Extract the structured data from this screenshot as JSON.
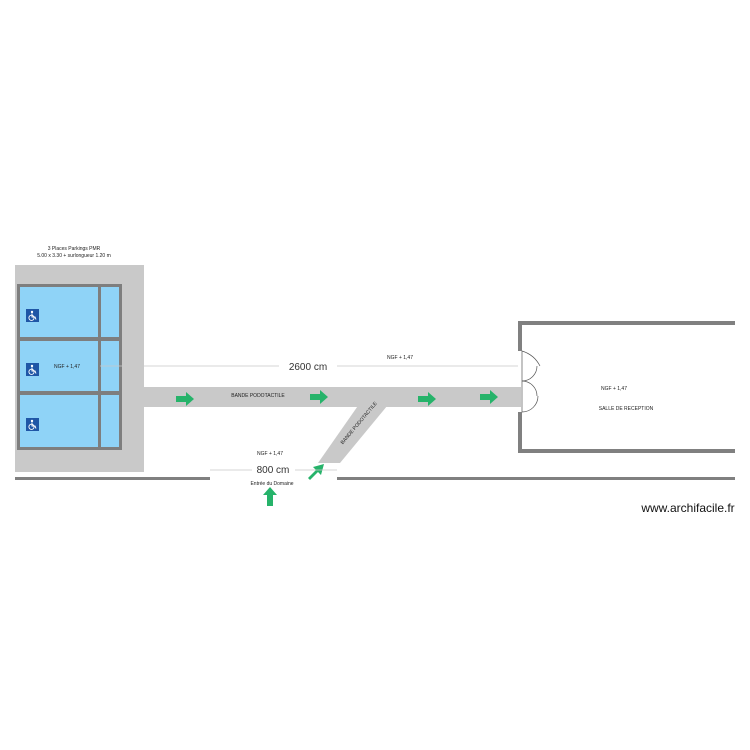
{
  "parking": {
    "title_line1": "3 Places Parkings PMR",
    "title_line2": "5.00 x 3.30 + surlongueur 1.20 m",
    "level": "NGF + 1,47"
  },
  "corridor": {
    "label": "BANDE PODOTACTILE",
    "diagonal_label": "BANDE PODOTACTILE",
    "level": "NGF + 1,47"
  },
  "dimensions": {
    "main": "2600 cm",
    "entrance": "800 cm"
  },
  "entrance": {
    "level": "NGF + 1,47",
    "label": "Entrée du Domaine"
  },
  "room": {
    "level": "NGF + 1,47",
    "label": "SALLE DE RECEPTION"
  },
  "watermark": "www.archifacile.fr",
  "colors": {
    "wall": "#808080",
    "slab": "#c9c9c9",
    "parking_fill": "#8fd3f7",
    "arrow": "#26b36a",
    "pmr_sign": "#1f56a6"
  }
}
